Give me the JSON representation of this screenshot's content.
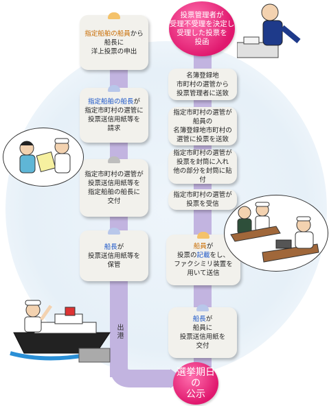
{
  "colors": {
    "lane": "#c2b4e0",
    "box": "#f2f1ec",
    "pink": "#e0186e",
    "orange": "#c86b00",
    "blue": "#1a55c8"
  },
  "left_steps": [
    {
      "parts": [
        {
          "t": "指定船舶の船員",
          "c": "orange"
        },
        {
          "t": "から\n船長に\n洋上投票の申出",
          "c": ""
        }
      ],
      "icon": "orange-cap-icon"
    },
    {
      "parts": [
        {
          "t": "指定船舶の船長",
          "c": "blue"
        },
        {
          "t": "が\n指定市町村の選管に\n投票送信用紙等を\n請求",
          "c": ""
        }
      ],
      "icon": "blue-cap-icon"
    },
    {
      "parts": [
        {
          "t": "指定市町村の選管が\n投票送信用紙等を\n指定船舶の船長に\n交付",
          "c": ""
        }
      ],
      "icon": "gray-person-icon"
    },
    {
      "parts": [
        {
          "t": "船長",
          "c": "blue"
        },
        {
          "t": "が\n投票送信用紙等を\n保管",
          "c": ""
        }
      ],
      "icon": "blue-cap-icon"
    }
  ],
  "right_steps": [
    {
      "parts": [
        {
          "t": "船長",
          "c": "blue"
        },
        {
          "t": "が\n船員に\n投票送信用紙を\n交付",
          "c": ""
        }
      ],
      "icon": "blue-cap-icon"
    },
    {
      "parts": [
        {
          "t": "船員",
          "c": "orange"
        },
        {
          "t": "が\n投票の",
          "c": ""
        },
        {
          "t": "記載",
          "c": "blue"
        },
        {
          "t": "をし、\nファクシミリ装置を\n用いて送信",
          "c": ""
        }
      ],
      "icon": "orange-cap-icon"
    },
    {
      "parts": [
        {
          "t": "指定市町村の選管が\n投票を受信",
          "c": ""
        }
      ]
    },
    {
      "parts": [
        {
          "t": "指定市町村の選管が\n投票を封筒に入れ\n他の部分を封筒に貼付",
          "c": ""
        }
      ]
    },
    {
      "parts": [
        {
          "t": "指定市町村の選管が\n船員の\n名簿登録地市町村の\n選管に投票を送致",
          "c": ""
        }
      ]
    },
    {
      "parts": [
        {
          "t": "名簿登録地\n市町村の選管から\n投票管理者に送致",
          "c": ""
        }
      ]
    }
  ],
  "departure_label": "出港",
  "election_label": "選挙期日の\n公示",
  "final_label": "投票管理者が\n受理不受理を決定し\n受理した投票を\n投函"
}
